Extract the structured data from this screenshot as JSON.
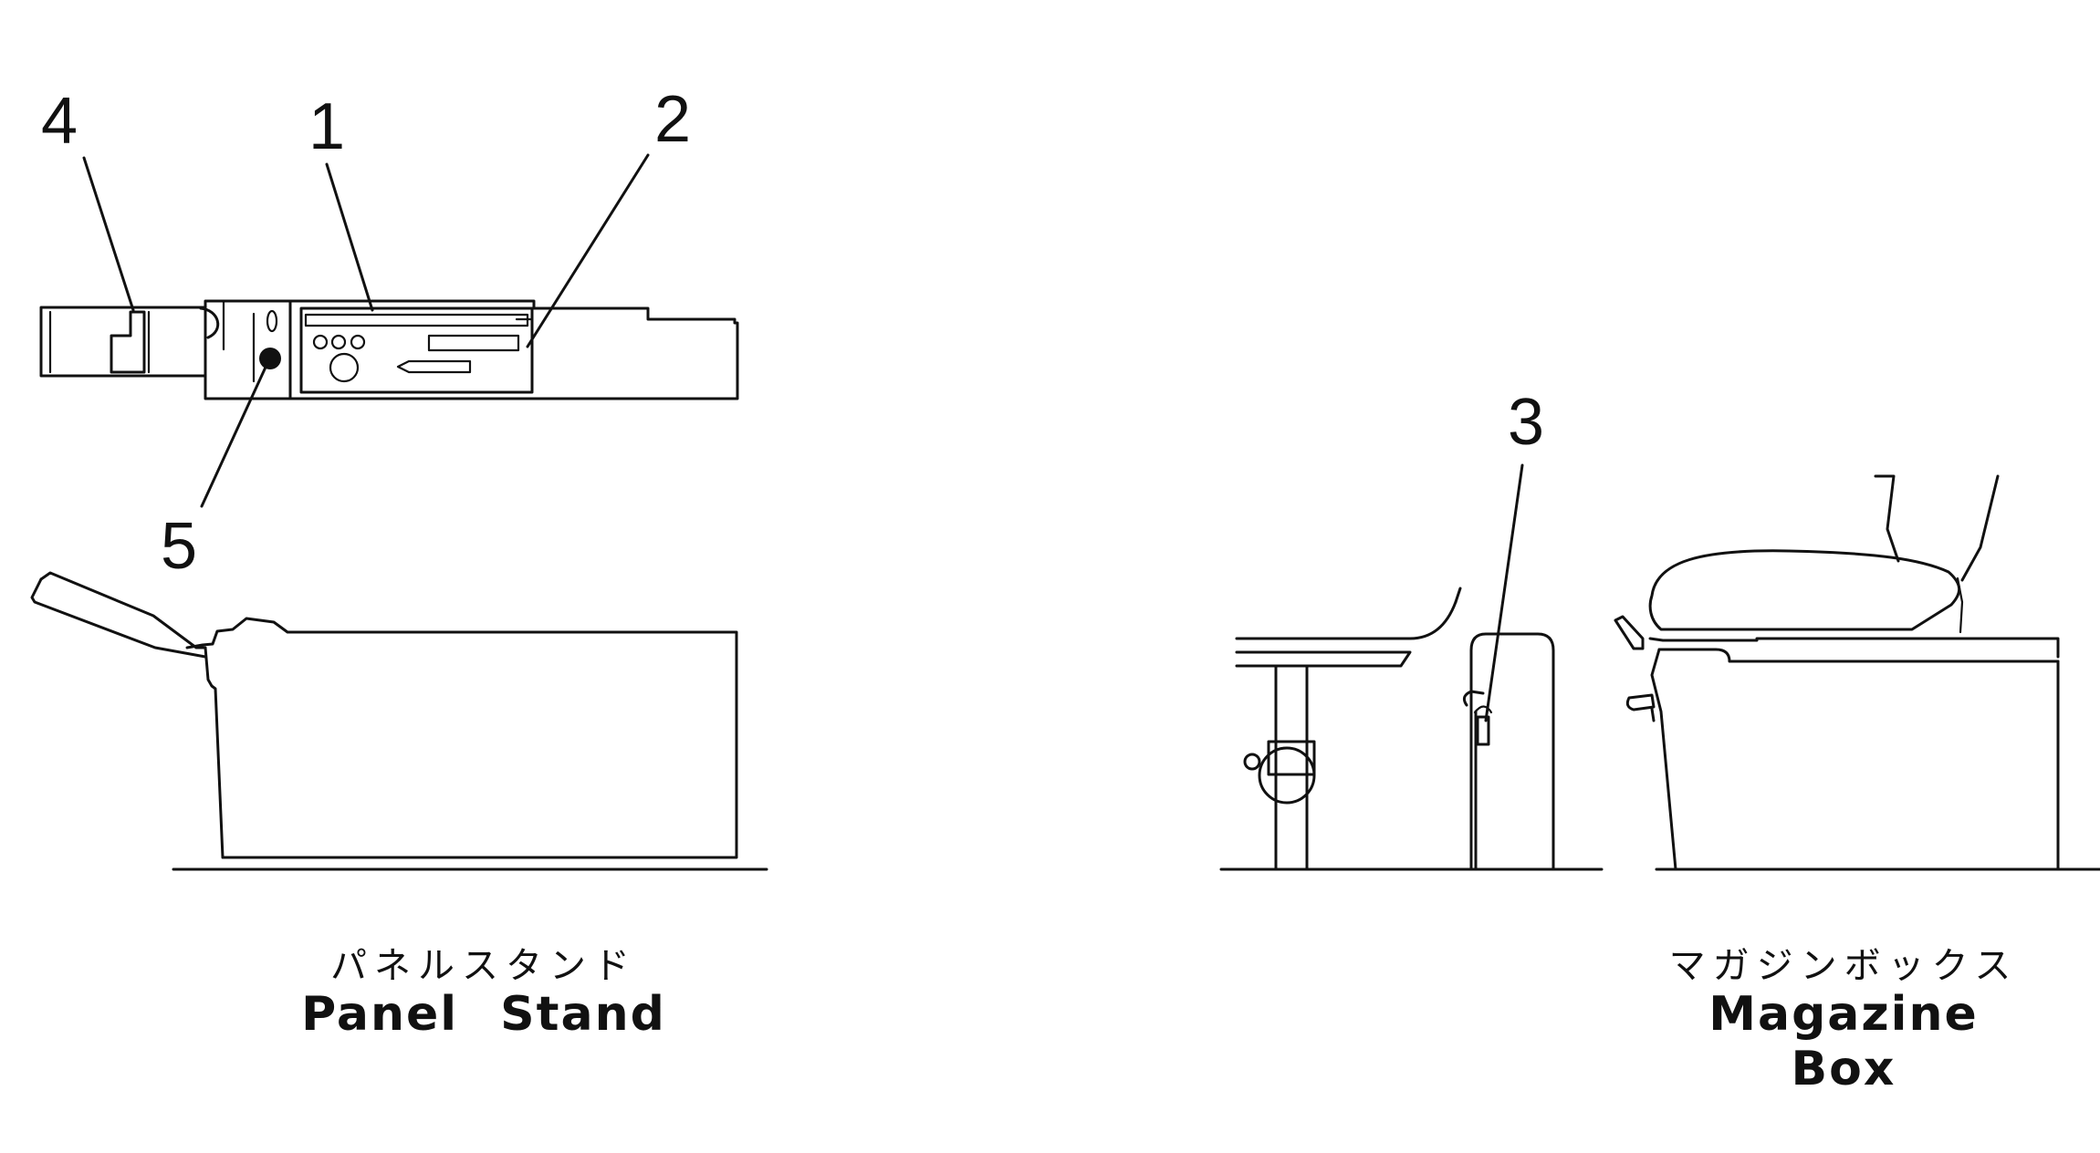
{
  "callouts": [
    "1",
    "2",
    "3",
    "4",
    "5"
  ],
  "figures": [
    {
      "caption_jp": "パネルスタンド",
      "caption_en": "Panel Stand"
    },
    {
      "caption_jp": "マガジンボックス",
      "caption_en": "Magazine Box"
    }
  ]
}
